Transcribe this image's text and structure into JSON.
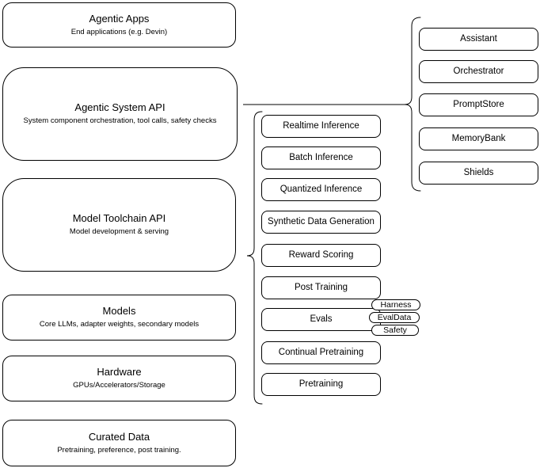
{
  "diagram": {
    "stack": [
      {
        "title": "Agentic Apps",
        "subtitle": "End applications (e.g. Devin)"
      },
      {
        "title": "Agentic System API",
        "subtitle": "System component orchestration, tool calls, safety checks"
      },
      {
        "title": "Model Toolchain API",
        "subtitle": "Model development & serving"
      },
      {
        "title": "Models",
        "subtitle": "Core LLMs, adapter weights, secondary models"
      },
      {
        "title": "Hardware",
        "subtitle": "GPUs/Accelerators/Storage"
      },
      {
        "title": "Curated Data",
        "subtitle": "Pretraining, preference, post training."
      }
    ],
    "model_toolchain_items": [
      "Realtime Inference",
      "Batch Inference",
      "Quantized Inference",
      "Synthetic Data Generation",
      "Reward Scoring",
      "Post Training",
      "Evals",
      "Continual Pretraining",
      "Pretraining"
    ],
    "evals_badges": [
      "Harness",
      "EvalData",
      "Safety"
    ],
    "agentic_system_items": [
      "Assistant",
      "Orchestrator",
      "PromptStore",
      "MemoryBank",
      "Shields"
    ],
    "colors": {
      "background": "#ffffff",
      "node_fill": "#ffffff",
      "stroke": "#000000",
      "text": "#000000"
    }
  }
}
